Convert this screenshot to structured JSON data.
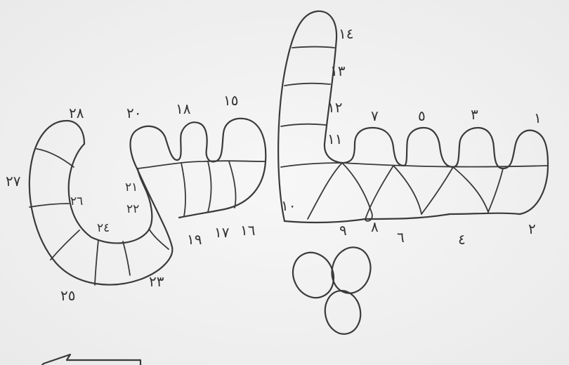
{
  "labels": {
    "n1": "١",
    "n2": "٢",
    "n3": "٣",
    "n4": "٤",
    "n5": "٥",
    "n6": "٦",
    "n7": "٧",
    "n8": "٨",
    "n9": "٩",
    "n10": "١٠",
    "n11": "١١",
    "n12": "١٢",
    "n13": "١٣",
    "n14": "١٤",
    "n15": "١٥",
    "n16": "١٦",
    "n17": "١٧",
    "n18": "١٨",
    "n19": "١٩",
    "n20": "٢٠",
    "n21": "٢١",
    "n22": "٢٢",
    "n23": "٢٣",
    "n24": "٢٤",
    "n25": "٢٥",
    "n26": "٢٦",
    "n27": "٢٧",
    "n28": "٢٨"
  },
  "colors": {
    "ink": "#3a3a3a",
    "paper": "#f4f4f4"
  }
}
